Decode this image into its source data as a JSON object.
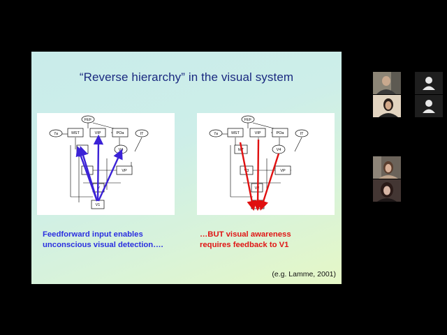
{
  "slide": {
    "title": "“Reverse hierarchy” in the visual system",
    "left_caption_line1": "Feedforward input enables",
    "left_caption_line2": "unconscious visual detection….",
    "right_caption_line1": "…BUT visual awareness",
    "right_caption_line2": "requires feedback to V1",
    "citation": "(e.g. Lamme, 2001)",
    "diagram_left": {
      "labels": {
        "fef": "FEF",
        "a7": "7a",
        "mst": "MST",
        "vip": "VIP",
        "po": "POa",
        "it": "IT",
        "v4": "V4",
        "v2": "2",
        "vp": "VP",
        "v": "V",
        "v1": "V1"
      },
      "arrow_color": "#3b22d6"
    },
    "diagram_right": {
      "labels": {
        "fef": "FEF",
        "a7": "7a",
        "mst": "MST",
        "vip": "VIP",
        "po": "POa",
        "it": "IT",
        "mt": "MT",
        "v4": "V4",
        "v3": "V3",
        "vp": "VP",
        "v2": "V2",
        "v1": "V1"
      },
      "arrow_color": "#e01010"
    }
  },
  "participants": [
    {
      "id": "p1",
      "type": "video",
      "bg": "#7a7466"
    },
    {
      "id": "p2",
      "type": "placeholder"
    },
    {
      "id": "p3",
      "type": "video",
      "bg": "#d7c3a8"
    },
    {
      "id": "p4",
      "type": "placeholder"
    },
    {
      "id": "p5",
      "type": "video",
      "bg": "#6f665d"
    },
    {
      "id": "p6",
      "type": "video",
      "bg": "#4a3e3a"
    }
  ],
  "colors": {
    "title": "#1a2a80",
    "left_caption": "#2b2fe0",
    "right_caption": "#e01515"
  }
}
